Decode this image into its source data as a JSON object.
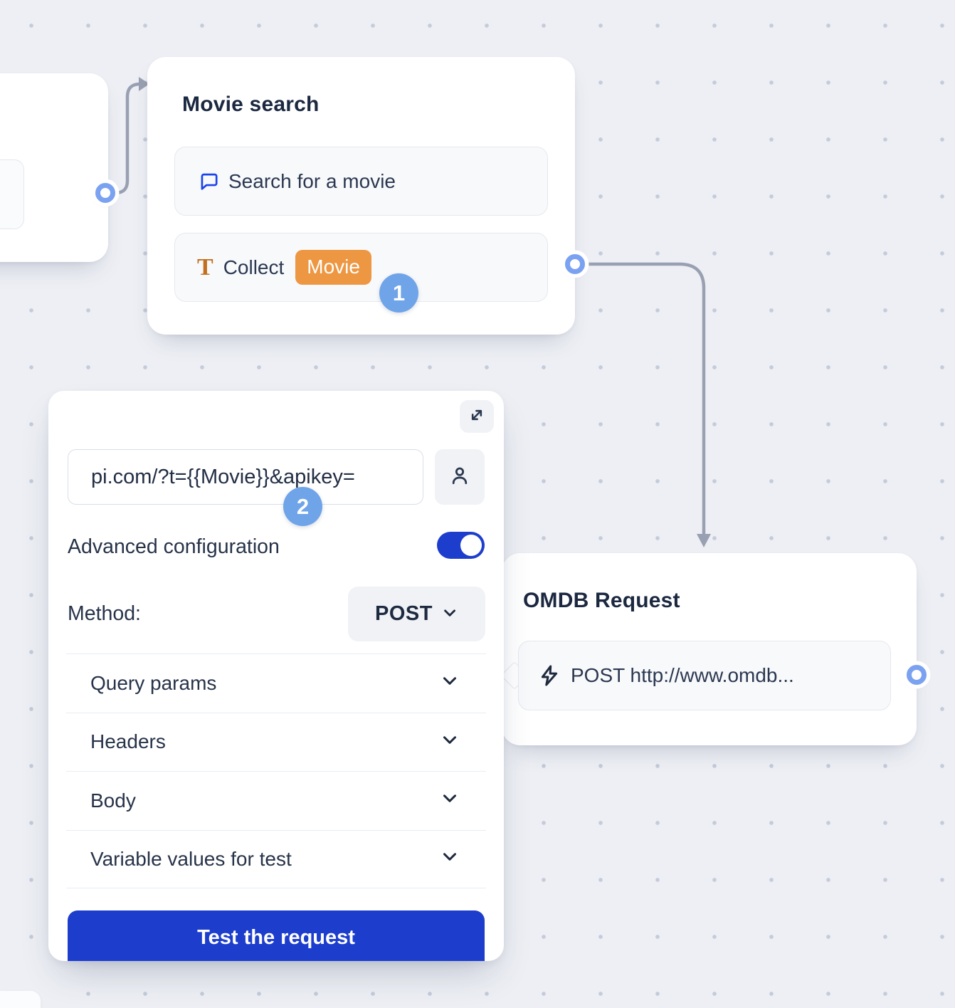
{
  "canvas": {
    "background": "#edeff4",
    "dot_color": "#c4cbda"
  },
  "palette": {
    "accent_blue": "#1d3ecd",
    "step_badge_blue": "#6fa4e9",
    "port_blue": "#7ba1f1",
    "variable_orange": "#ed9742",
    "chat_icon_blue": "#1b44e8",
    "text_icon_orange": "#c2701f",
    "connector_gray": "#99a0b2"
  },
  "movie_search_node": {
    "title": "Movie search",
    "search_row": {
      "icon": "chat-bubble-icon",
      "label": "Search for a movie"
    },
    "collect_row": {
      "icon": "text-input-icon",
      "label": "Collect",
      "variable_chip": "Movie"
    },
    "step_badge": "1"
  },
  "webhook_config_panel": {
    "expand_icon": "expand-icon",
    "url_input_value": "pi.com/?t={{Movie}}&apikey=",
    "user_icon": "person-icon",
    "step_badge": "2",
    "advanced_configuration_label": "Advanced configuration",
    "advanced_configuration_enabled": true,
    "method_label": "Method:",
    "method_value": "POST",
    "sections": [
      {
        "label": "Query params"
      },
      {
        "label": "Headers"
      },
      {
        "label": "Body"
      },
      {
        "label": "Variable values for test"
      }
    ],
    "test_button_label": "Test the request"
  },
  "omdb_node": {
    "title": "OMDB Request",
    "request_row": {
      "icon": "lightning-icon",
      "label": "POST http://www.omdb..."
    }
  }
}
